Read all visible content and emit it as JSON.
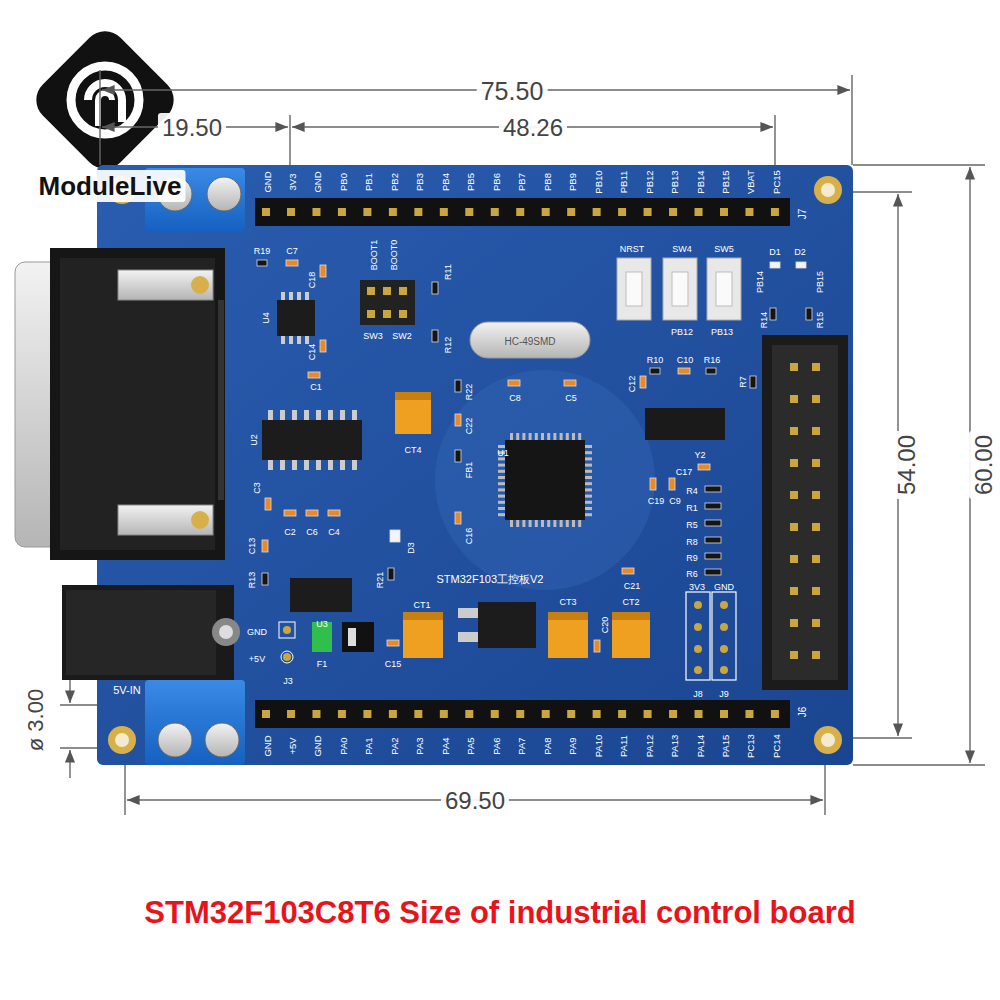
{
  "diagram": {
    "caption": "STM32F103C8T6 Size of industrial control board",
    "labels": [
      "ModuleLive",
      "75.50",
      "19.50",
      "48.26",
      "54.00",
      "60.00",
      "69.50",
      "ø 3.00",
      "GND",
      "3V3",
      "GND",
      "PB0",
      "PB1",
      "PB2",
      "PB3",
      "PB4",
      "PB5",
      "PB6",
      "PB7",
      "PB8",
      "PB9",
      "PB10",
      "PB11",
      "PB12",
      "PB13",
      "PB14",
      "PB15",
      "VBAT",
      "PC15",
      "J7",
      "GND",
      "+5V",
      "GND",
      "PA0",
      "PA1",
      "PA2",
      "PA3",
      "PA4",
      "PA5",
      "PA6",
      "PA7",
      "PA8",
      "PA9",
      "PA10",
      "PA11",
      "PA12",
      "PA13",
      "PA14",
      "PA15",
      "PC13",
      "PC14",
      "J6",
      "R19",
      "C7",
      "C18",
      "BOOT1",
      "BOOT0",
      "R11",
      "U4",
      "C14",
      "SW3",
      "SW2",
      "R12",
      "NRST",
      "SW4",
      "SW5",
      "D1",
      "D2",
      "PB14",
      "PB15",
      "R14",
      "R15",
      "PB12",
      "PB13",
      "HC-49SMD",
      "C8",
      "C5",
      "R10",
      "C10",
      "R16",
      "C12",
      "R7",
      "C1",
      "R22",
      "C22",
      "FB1",
      "CT4",
      "U2",
      "U1",
      "Y2",
      "C17",
      "C19",
      "C9",
      "R4",
      "R1",
      "R5",
      "R8",
      "R9",
      "R6",
      "C3",
      "C2",
      "C6",
      "C4",
      "C16",
      "D3",
      "C13",
      "R13",
      "U3",
      "R21",
      "STM32F103工控板V2",
      "C21",
      "3V3",
      "GND",
      "CT1",
      "CT3",
      "CT2",
      "C20",
      "C15",
      "F1",
      "GND",
      "+5V",
      "J3",
      "5V-IN",
      "J8",
      "J9"
    ]
  }
}
